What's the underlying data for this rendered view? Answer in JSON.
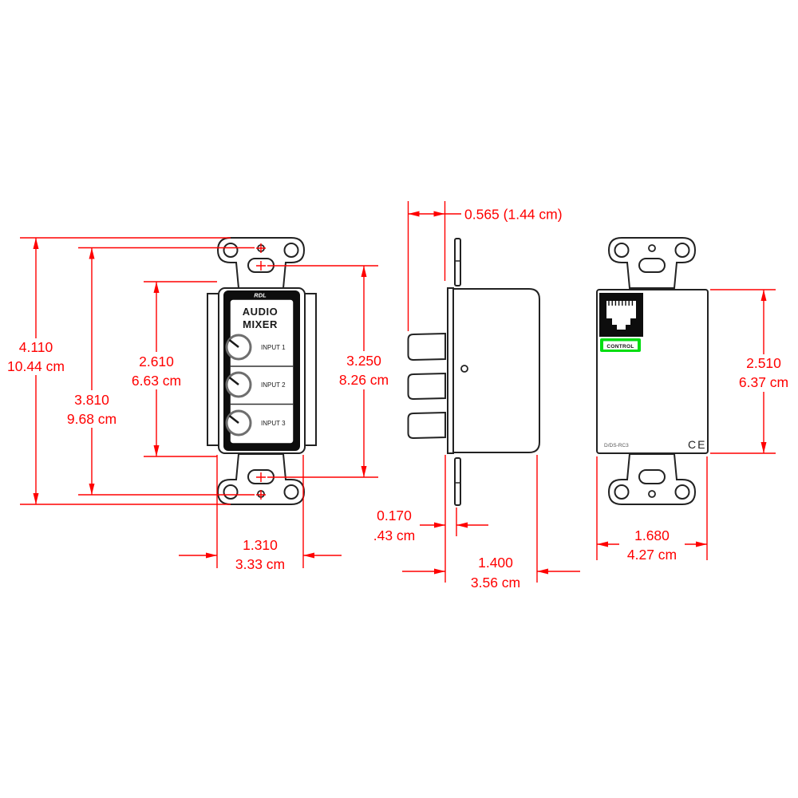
{
  "drawing": {
    "front_view": {
      "brand": "RDL",
      "title_line1": "AUDIO",
      "title_line2": "MIXER",
      "knob_labels": [
        "INPUT 1",
        "INPUT 2",
        "INPUT 3"
      ]
    },
    "rear_view": {
      "port_label": "CONTROL",
      "model": "D/DS-RC3",
      "ce_mark": "CE"
    },
    "dimensions": {
      "overall_height_in": "4.110",
      "overall_height_cm": "10.44 cm",
      "mounting_hole_spacing_in": "3.810",
      "mounting_hole_spacing_cm": "9.68 cm",
      "faceplate_height_in": "2.610",
      "faceplate_height_cm": "6.63 cm",
      "slot_spacing_in": "3.250",
      "slot_spacing_cm": "8.26 cm",
      "knob_depth_label": "0.565 (1.44 cm)",
      "rear_body_height_in": "2.510",
      "rear_body_height_cm": "6.37 cm",
      "faceplate_width_in": "1.310",
      "faceplate_width_cm": "3.33 cm",
      "plate_thickness_in": "0.170",
      "plate_thickness_cm": ".43 cm",
      "body_depth_in": "1.400",
      "body_depth_cm": "3.56 cm",
      "rear_body_width_in": "1.680",
      "rear_body_width_cm": "4.27 cm"
    },
    "colors": {
      "dimension_red": "#ff0000",
      "line_black": "#222222",
      "control_label_green": "#00dd11"
    }
  }
}
